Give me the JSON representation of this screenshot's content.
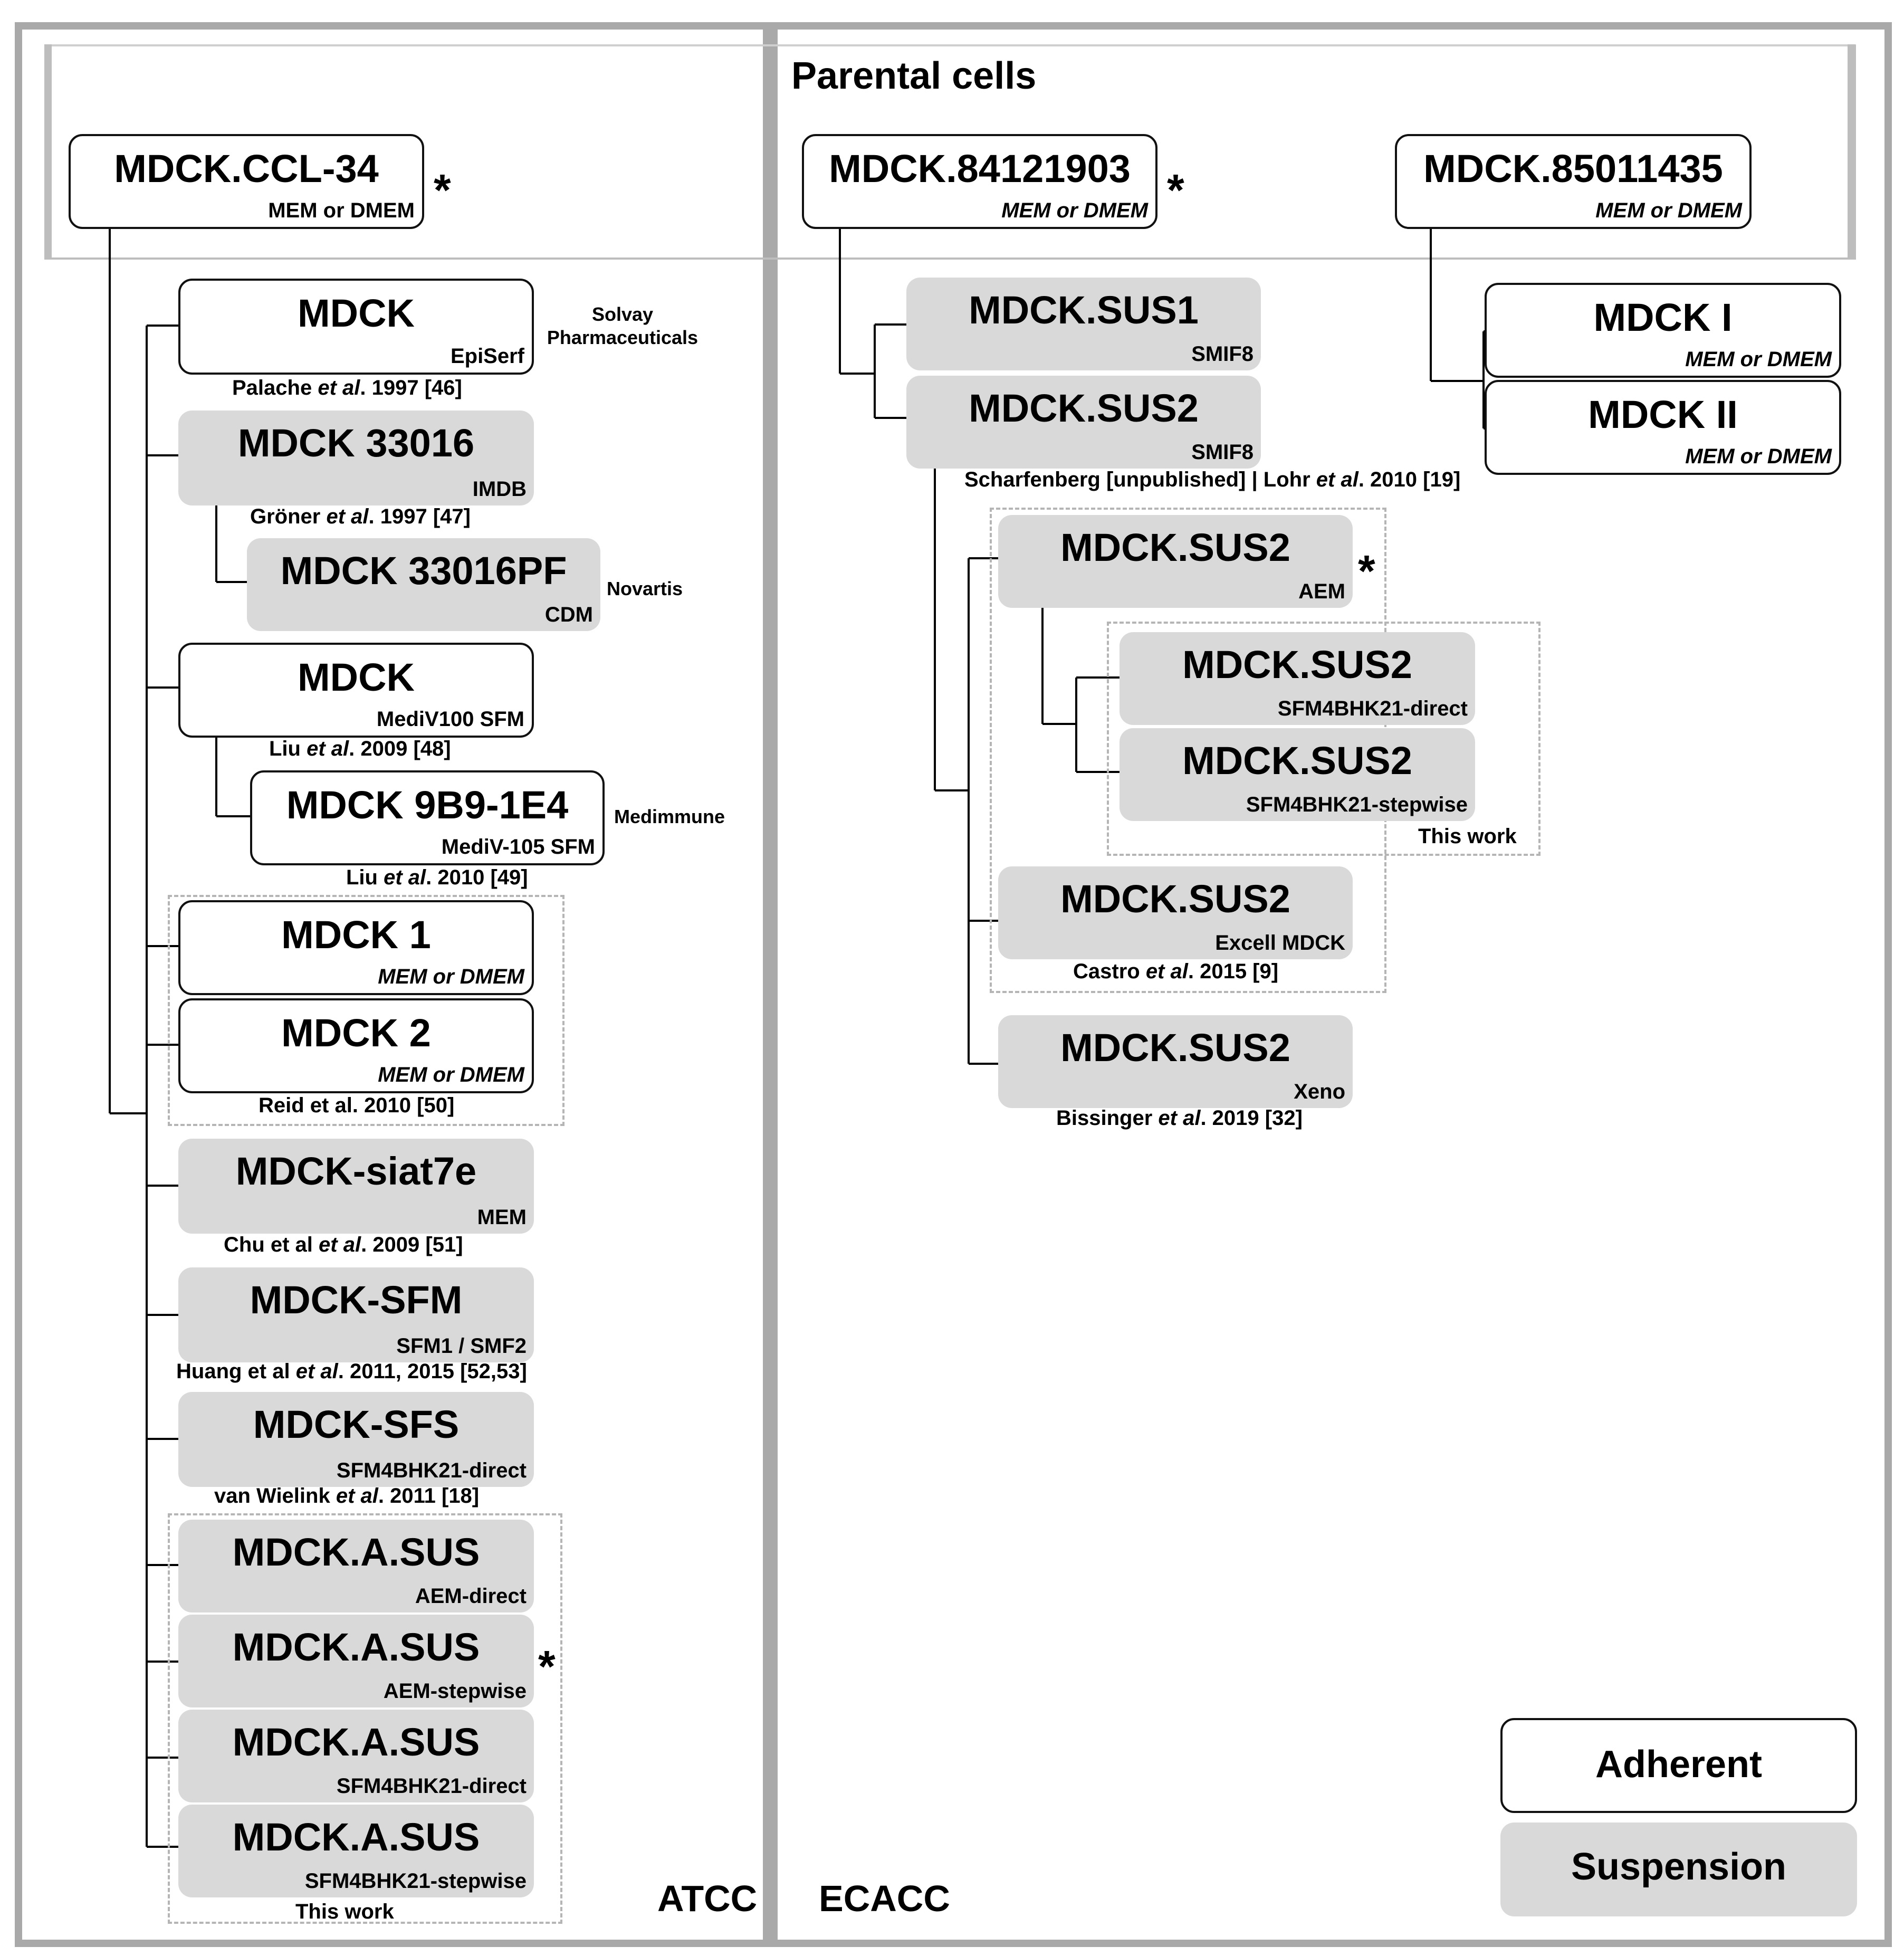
{
  "title": "Parental cells",
  "regions": {
    "atcc": "ATCC",
    "ecacc": "ECACC"
  },
  "star": "*",
  "parents": {
    "ccl34": {
      "name": "MDCK.CCL-34",
      "medium": "MEM or DMEM"
    },
    "p84121903": {
      "name": "MDCK.84121903",
      "medium": "MEM or DMEM"
    },
    "p85011435": {
      "name": "MDCK.85011435",
      "medium": "MEM or DMEM"
    }
  },
  "atcc": {
    "mdck_episerf": {
      "name": "MDCK",
      "medium": "EpiSerf",
      "company": "Solvay\nPharmaceuticals",
      "ref_pre": "Palache ",
      "ref_it": "et al",
      "ref_post": ". 1997 [46]"
    },
    "mdck33016": {
      "name": "MDCK 33016",
      "medium": "IMDB",
      "ref_pre": "Gröner ",
      "ref_it": "et al",
      "ref_post": ". 1997 [47]"
    },
    "mdck33016pf": {
      "name": "MDCK 33016PF",
      "medium": "CDM",
      "company": "Novartis"
    },
    "mdck_mediv": {
      "name": "MDCK",
      "medium": "MediV100 SFM",
      "ref_pre": "Liu ",
      "ref_it": "et al",
      "ref_post": ". 2009 [48]"
    },
    "mdck9b9": {
      "name": "MDCK 9B9-1E4",
      "medium": "MediV-105 SFM",
      "company": "Medimmune",
      "ref_pre": "Liu ",
      "ref_it": "et al",
      "ref_post": ". 2010 [49]"
    },
    "mdck1": {
      "name": "MDCK 1",
      "medium": "MEM or DMEM"
    },
    "mdck2": {
      "name": "MDCK 2",
      "medium": "MEM or DMEM",
      "ref": "Reid et al. 2010 [50]"
    },
    "siat7e": {
      "name": "MDCK-siat7e",
      "medium": "MEM",
      "ref_pre": "Chu et al ",
      "ref_it": "et al",
      "ref_post": ". 2009 [51]"
    },
    "sfm": {
      "name": "MDCK-SFM",
      "medium": "SFM1 / SMF2",
      "ref_pre": "Huang et al ",
      "ref_it": "et al",
      "ref_post": ". 2011, 2015 [52,53]"
    },
    "sfs": {
      "name": "MDCK-SFS",
      "medium": "SFM4BHK21-direct",
      "ref_pre": "van Wielink ",
      "ref_it": "et al",
      "ref_post": ". 2011 [18]"
    },
    "asus1": {
      "name": "MDCK.A.SUS",
      "medium": "AEM-direct"
    },
    "asus2": {
      "name": "MDCK.A.SUS",
      "medium": "AEM-stepwise"
    },
    "asus3": {
      "name": "MDCK.A.SUS",
      "medium": "SFM4BHK21-direct"
    },
    "asus4": {
      "name": "MDCK.A.SUS",
      "medium": "SFM4BHK21-stepwise",
      "ref": "This work"
    }
  },
  "ecacc": {
    "sus1": {
      "name": "MDCK.SUS1",
      "medium": "SMIF8"
    },
    "sus2": {
      "name": "MDCK.SUS2",
      "medium": "SMIF8",
      "ref_a": "Scharfenberg [unpublished] | Lohr ",
      "ref_it": "et al",
      "ref_post": ". 2010 [19]"
    },
    "sus2_aem": {
      "name": "MDCK.SUS2",
      "medium": "AEM"
    },
    "sus2_sfm_direct": {
      "name": "MDCK.SUS2",
      "medium": "SFM4BHK21-direct"
    },
    "sus2_sfm_step": {
      "name": "MDCK.SUS2",
      "medium": "SFM4BHK21-stepwise",
      "ref": "This work"
    },
    "sus2_excell": {
      "name": "MDCK.SUS2",
      "medium": "Excell MDCK",
      "ref_pre": "Castro ",
      "ref_it": "et al",
      "ref_post": ". 2015 [9]"
    },
    "sus2_xeno": {
      "name": "MDCK.SUS2",
      "medium": "Xeno",
      "ref_pre": "Bissinger ",
      "ref_it": "et al",
      "ref_post": ". 2019 [32]"
    },
    "mdck_i": {
      "name": "MDCK I",
      "medium": "MEM or DMEM"
    },
    "mdck_ii": {
      "name": "MDCK II",
      "medium": "MEM or DMEM"
    }
  },
  "legend": {
    "adherent": "Adherent",
    "suspension": "Suspension"
  },
  "colors": {
    "adherent_fill": "#ffffff",
    "suspension_fill": "#d9d9d9",
    "frame": "#a9a9a9",
    "dashed": "#b5b5b5"
  }
}
